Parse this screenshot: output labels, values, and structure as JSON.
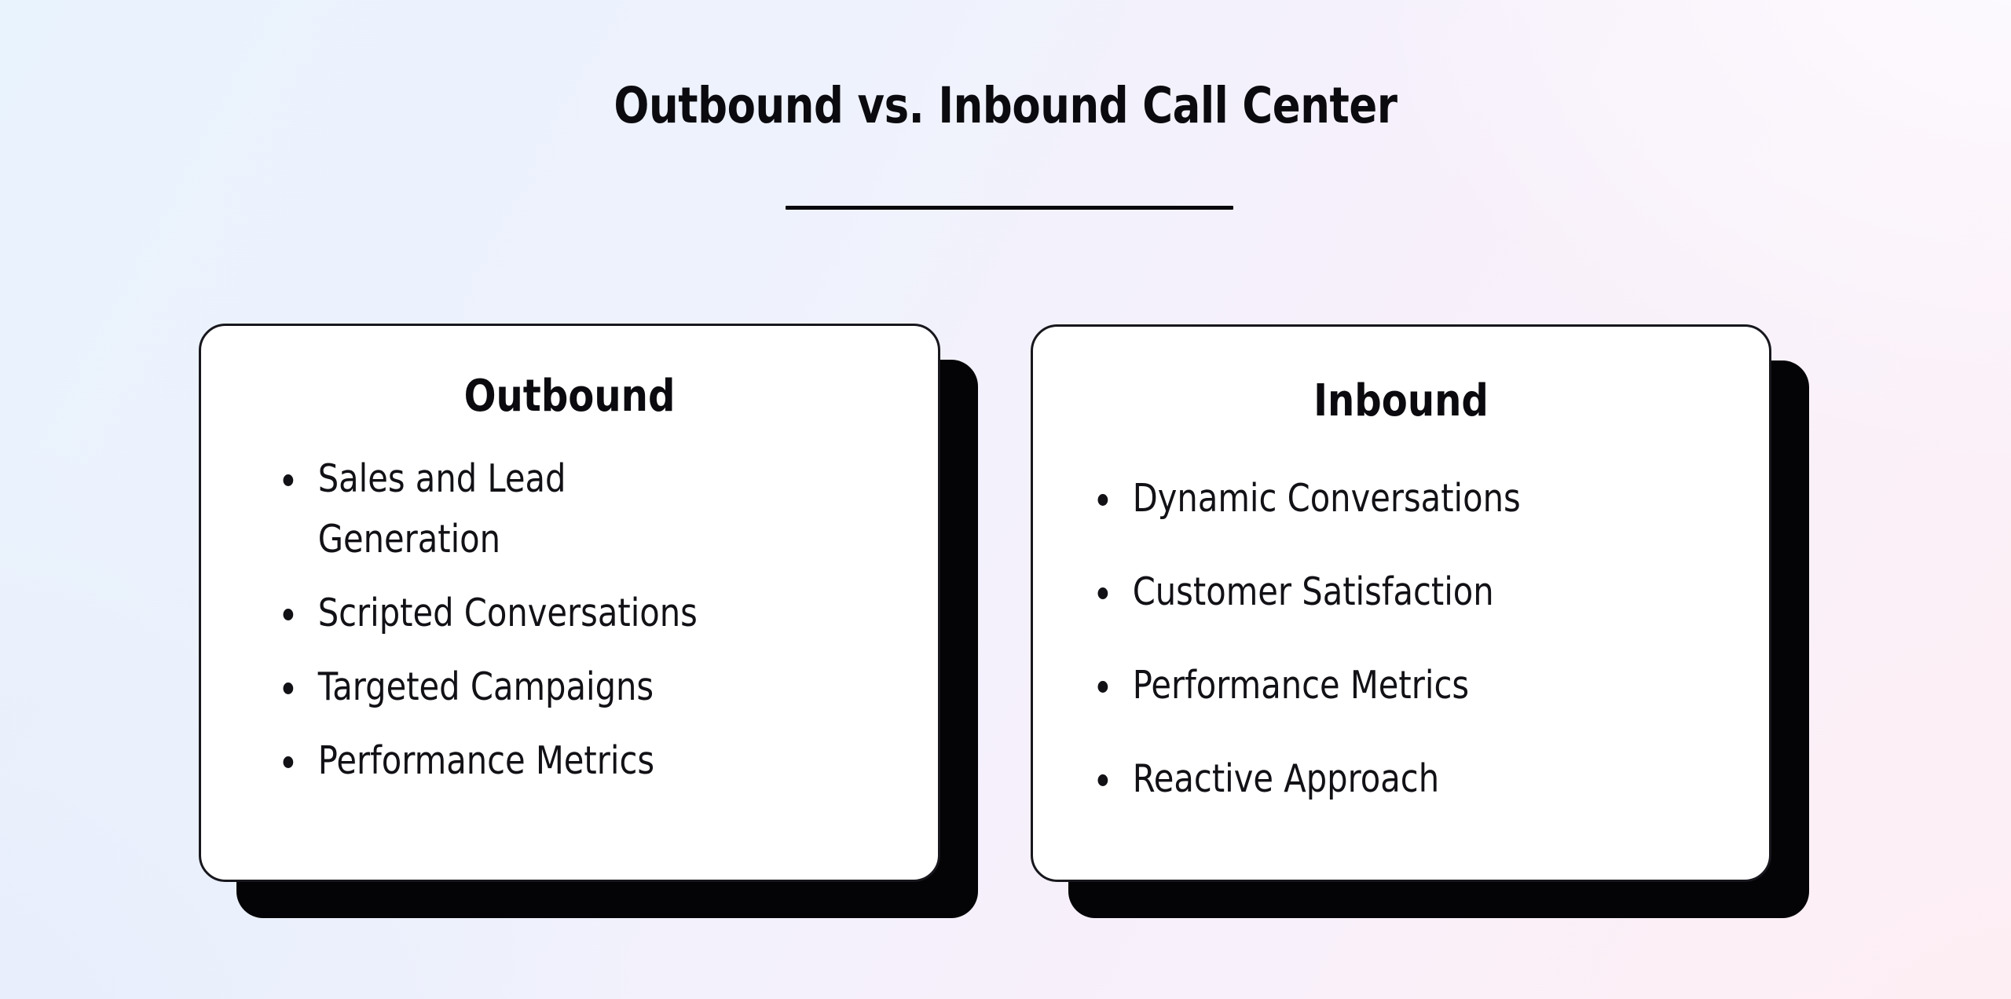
{
  "slide": {
    "title": "Outbound vs. Inbound Call Center",
    "background": {
      "top_left": "#e9f3fd",
      "top_right": "#fdfbff",
      "bottom_right": "#fdf0f6",
      "bottom_left": "#e7edfb"
    },
    "accent_color": "#07070c",
    "card_background": "#ffffff",
    "card_border_color": "#17171d",
    "shadow_color": "#040406"
  },
  "cards": [
    {
      "heading": "Outbound",
      "bullets": [
        "Sales and Lead Generation",
        "Scripted Conversations",
        "Targeted Campaigns",
        "Performance Metrics"
      ]
    },
    {
      "heading": "Inbound",
      "bullets": [
        "Dynamic Conversations",
        "Customer Satisfaction",
        "Performance Metrics",
        "Reactive Approach"
      ]
    }
  ]
}
